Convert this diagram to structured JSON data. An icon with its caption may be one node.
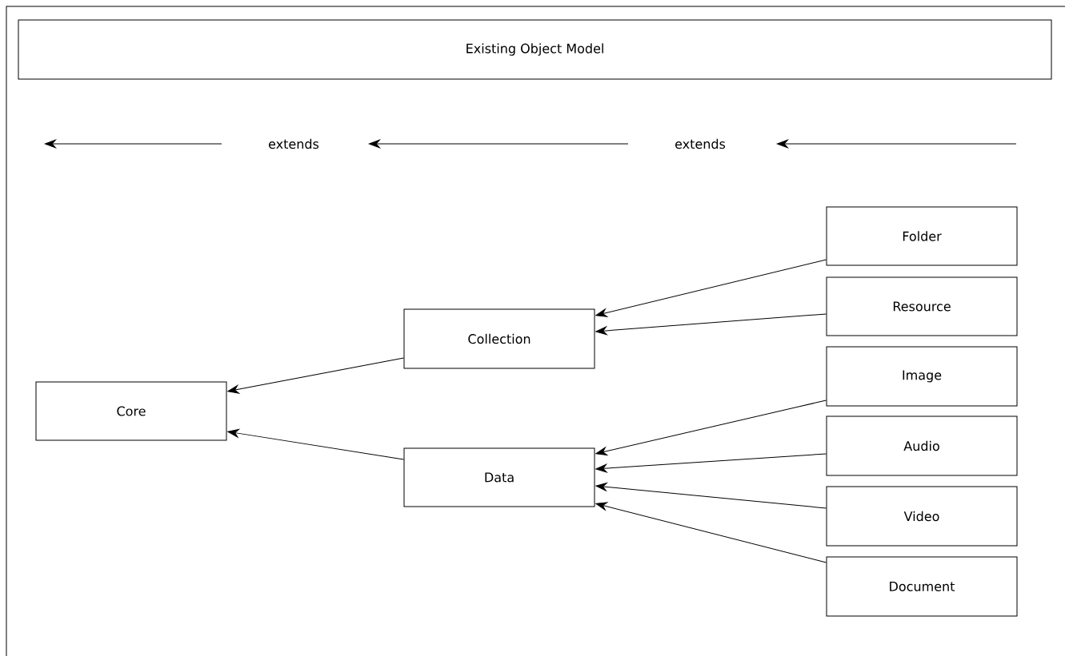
{
  "diagram": {
    "nodes": [
      {
        "text": [
          "Existing Object Model"
        ]
      },
      {
        "text": [
          "Core"
        ]
      },
      {
        "text": [
          "Collection"
        ]
      },
      {
        "text": [
          "Data"
        ]
      },
      {
        "text": [
          "Folder"
        ]
      },
      {
        "text": [
          "Resource"
        ]
      },
      {
        "text": [
          "Image"
        ]
      },
      {
        "text": [
          "Audio"
        ]
      },
      {
        "text": [
          "Video"
        ]
      },
      {
        "text": [
          "Document"
        ]
      }
    ],
    "edges": [
      {
        "from": 2,
        "to": 1,
        "arrow": "to"
      },
      {
        "from": 3,
        "to": 1,
        "arrow": "to"
      },
      {
        "from": 4,
        "to": 2,
        "arrow": "to"
      },
      {
        "from": 5,
        "to": 2,
        "arrow": "to"
      },
      {
        "from": 6,
        "to": 3,
        "arrow": "to"
      },
      {
        "from": 7,
        "to": 3,
        "arrow": "to"
      },
      {
        "from": 8,
        "to": 3,
        "arrow": "to"
      },
      {
        "from": 9,
        "to": 3,
        "arrow": "to"
      }
    ],
    "labels": [
      "extends",
      "extends"
    ]
  }
}
